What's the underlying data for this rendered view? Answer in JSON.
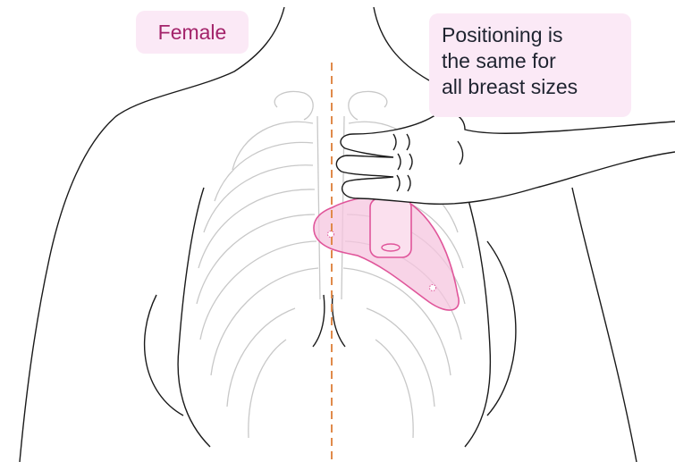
{
  "labels": {
    "sex": "Female",
    "note_lines": [
      "Positioning is",
      "the same for",
      "all breast sizes"
    ]
  },
  "colors": {
    "background": "#ffffff",
    "label_fill": "#fbe9f6",
    "label_text": "#a3236a",
    "note_text": "#1f2430",
    "ribcage_stroke": "#c8c8c8",
    "outline_stroke": "#1a1a1a",
    "midline": "#e08a4a",
    "device_fill": "#f6c6df",
    "device_stroke": "#e0559a"
  },
  "icons": {
    "midline": "dashed-vertical-line",
    "device": "wearable-sensor-patch",
    "hand": "hand-pressing"
  }
}
